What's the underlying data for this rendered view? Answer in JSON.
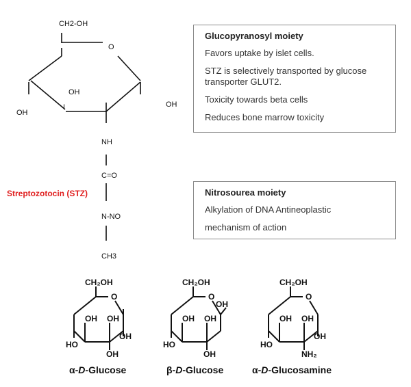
{
  "stz_structure": {
    "ring_atom_top": "CH2-OH",
    "ring_oxygen": "O",
    "left_oh": "OH",
    "inner_oh": "OH",
    "right_oh": "OH",
    "inner_mark": "I",
    "chain": [
      "NH",
      "C=O",
      "N-NO",
      "CH3"
    ],
    "drug_label": "Streptozotocin (STZ)"
  },
  "glucopyranosyl_box": {
    "title": "Glucopyranosyl moiety",
    "items": [
      "Favors uptake by islet cells.",
      "STZ is selectively transported by glucose transporter GLUT2.",
      "Toxicity towards beta cells",
      "Reduces bone marrow toxicity"
    ]
  },
  "nitrosourea_box": {
    "title": "Nitrosourea moiety",
    "items": [
      "Alkylation of DNA Antineoplastic",
      "mechanism of action"
    ]
  },
  "sugars": [
    {
      "top": "CH₂OH",
      "ring_o": "O",
      "c4_oh": "OH",
      "c2_oh": "OH",
      "ho": "HO",
      "c3_oh": "OH",
      "c1_sub": "OH",
      "caption_prefix": "α-",
      "caption_d": "D",
      "caption_name": "-Glucose"
    },
    {
      "top": "CH₂OH",
      "ring_o": "O",
      "c4_oh": "OH",
      "c2_oh": "OH",
      "ho": "HO",
      "c3_oh": "OH",
      "c1_sub": "OH",
      "caption_prefix": "β-",
      "caption_d": "D",
      "caption_name": "-Glucose"
    },
    {
      "top": "CH₂OH",
      "ring_o": "O",
      "c4_oh": "OH",
      "c2_oh": "OH",
      "ho": "HO",
      "c3_oh": "NH₂",
      "c1_sub": "OH",
      "caption_prefix": "α-",
      "caption_d": "D",
      "caption_name": "-Glucosamine"
    }
  ]
}
